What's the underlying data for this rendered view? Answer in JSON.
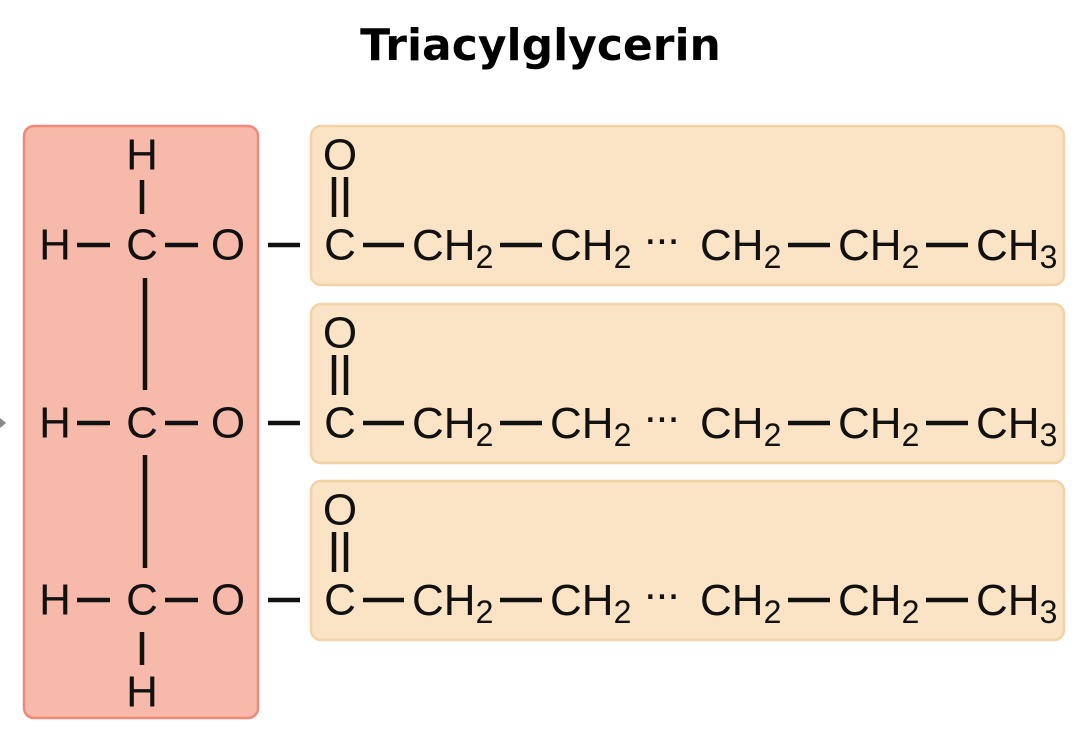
{
  "title": "Triacylglycerin",
  "colors": {
    "glycerol_fill": "#f7b9a9",
    "glycerol_border": "#f0897a",
    "fatty_acid_fill": "#fbe3c6",
    "fatty_acid_border": "#f4d2a6"
  },
  "glycerol": {
    "top_h": "H",
    "bottom_h": "H",
    "rows": [
      {
        "h": "H",
        "c": "C",
        "o": "O"
      },
      {
        "h": "H",
        "c": "C",
        "o": "O"
      },
      {
        "h": "H",
        "c": "C",
        "o": "O"
      }
    ]
  },
  "fatty_acids": [
    {
      "carbonyl_o": "O",
      "carbonyl_c": "C",
      "groups": [
        {
          "t": "CH",
          "s": "2"
        },
        {
          "t": "CH",
          "s": "2"
        },
        {
          "t": "CH",
          "s": "2"
        },
        {
          "t": "CH",
          "s": "2"
        },
        {
          "t": "CH",
          "s": "3"
        }
      ],
      "ellipsis": "···"
    },
    {
      "carbonyl_o": "O",
      "carbonyl_c": "C",
      "groups": [
        {
          "t": "CH",
          "s": "2"
        },
        {
          "t": "CH",
          "s": "2"
        },
        {
          "t": "CH",
          "s": "2"
        },
        {
          "t": "CH",
          "s": "2"
        },
        {
          "t": "CH",
          "s": "3"
        }
      ],
      "ellipsis": "···"
    },
    {
      "carbonyl_o": "O",
      "carbonyl_c": "C",
      "groups": [
        {
          "t": "CH",
          "s": "2"
        },
        {
          "t": "CH",
          "s": "2"
        },
        {
          "t": "CH",
          "s": "2"
        },
        {
          "t": "CH",
          "s": "2"
        },
        {
          "t": "CH",
          "s": "3"
        }
      ],
      "ellipsis": "···"
    }
  ]
}
